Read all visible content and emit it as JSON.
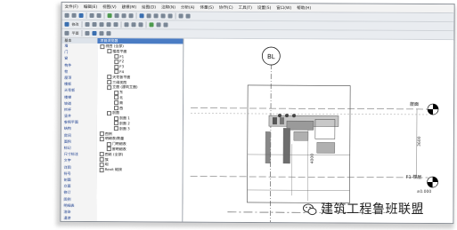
{
  "menu": {
    "items": [
      "文件(F)",
      "编辑(E)",
      "视图(V)",
      "建模(M)",
      "绘图(D)",
      "注释(N)",
      "分析(A)",
      "体量(S)",
      "协作(C)",
      "工具(T)",
      "设置(S)",
      "窗口(W)",
      "帮助(H)"
    ]
  },
  "toolbar": {
    "row2_label": "修改",
    "row3_label": "平面"
  },
  "left_panel": {
    "header": "基本",
    "items": [
      "墙",
      "门",
      "窗",
      "构件",
      "柱",
      "屋顶",
      "楼板",
      "天花板",
      "楼梯",
      "坡道",
      "栏杆",
      "竖井",
      "参照平面",
      "结构",
      "房间",
      "面积",
      "标记",
      "尺寸标注",
      "文字",
      "详图",
      "符号",
      "剖面",
      "立面",
      "修订",
      "图例",
      "明细表",
      "渲染",
      "漫游",
      "其他",
      "设置"
    ]
  },
  "browser": {
    "title": "项目浏览器",
    "nodes": [
      "视图 (全部)",
      "楼层平面",
      "F1",
      "F2",
      "F3",
      "F4",
      "天花板平面",
      "三维视图",
      "立面 (建筑立面)",
      "东",
      "北",
      "南",
      "西",
      "剖面",
      "剖面 1",
      "剖面 2",
      "剖面 3",
      "图例",
      "明细表/数量",
      "门明细表",
      "窗明细表",
      "图纸 (全部)",
      "族",
      "组",
      "Revit 链接"
    ]
  },
  "drawing": {
    "grid_bubble": "BL",
    "level_labels": [
      "屋面",
      "F1 楼层"
    ],
    "dims": [
      "3600",
      "4000",
      "±0.000"
    ]
  },
  "watermark": {
    "text": "建筑工程鲁班联盟"
  }
}
